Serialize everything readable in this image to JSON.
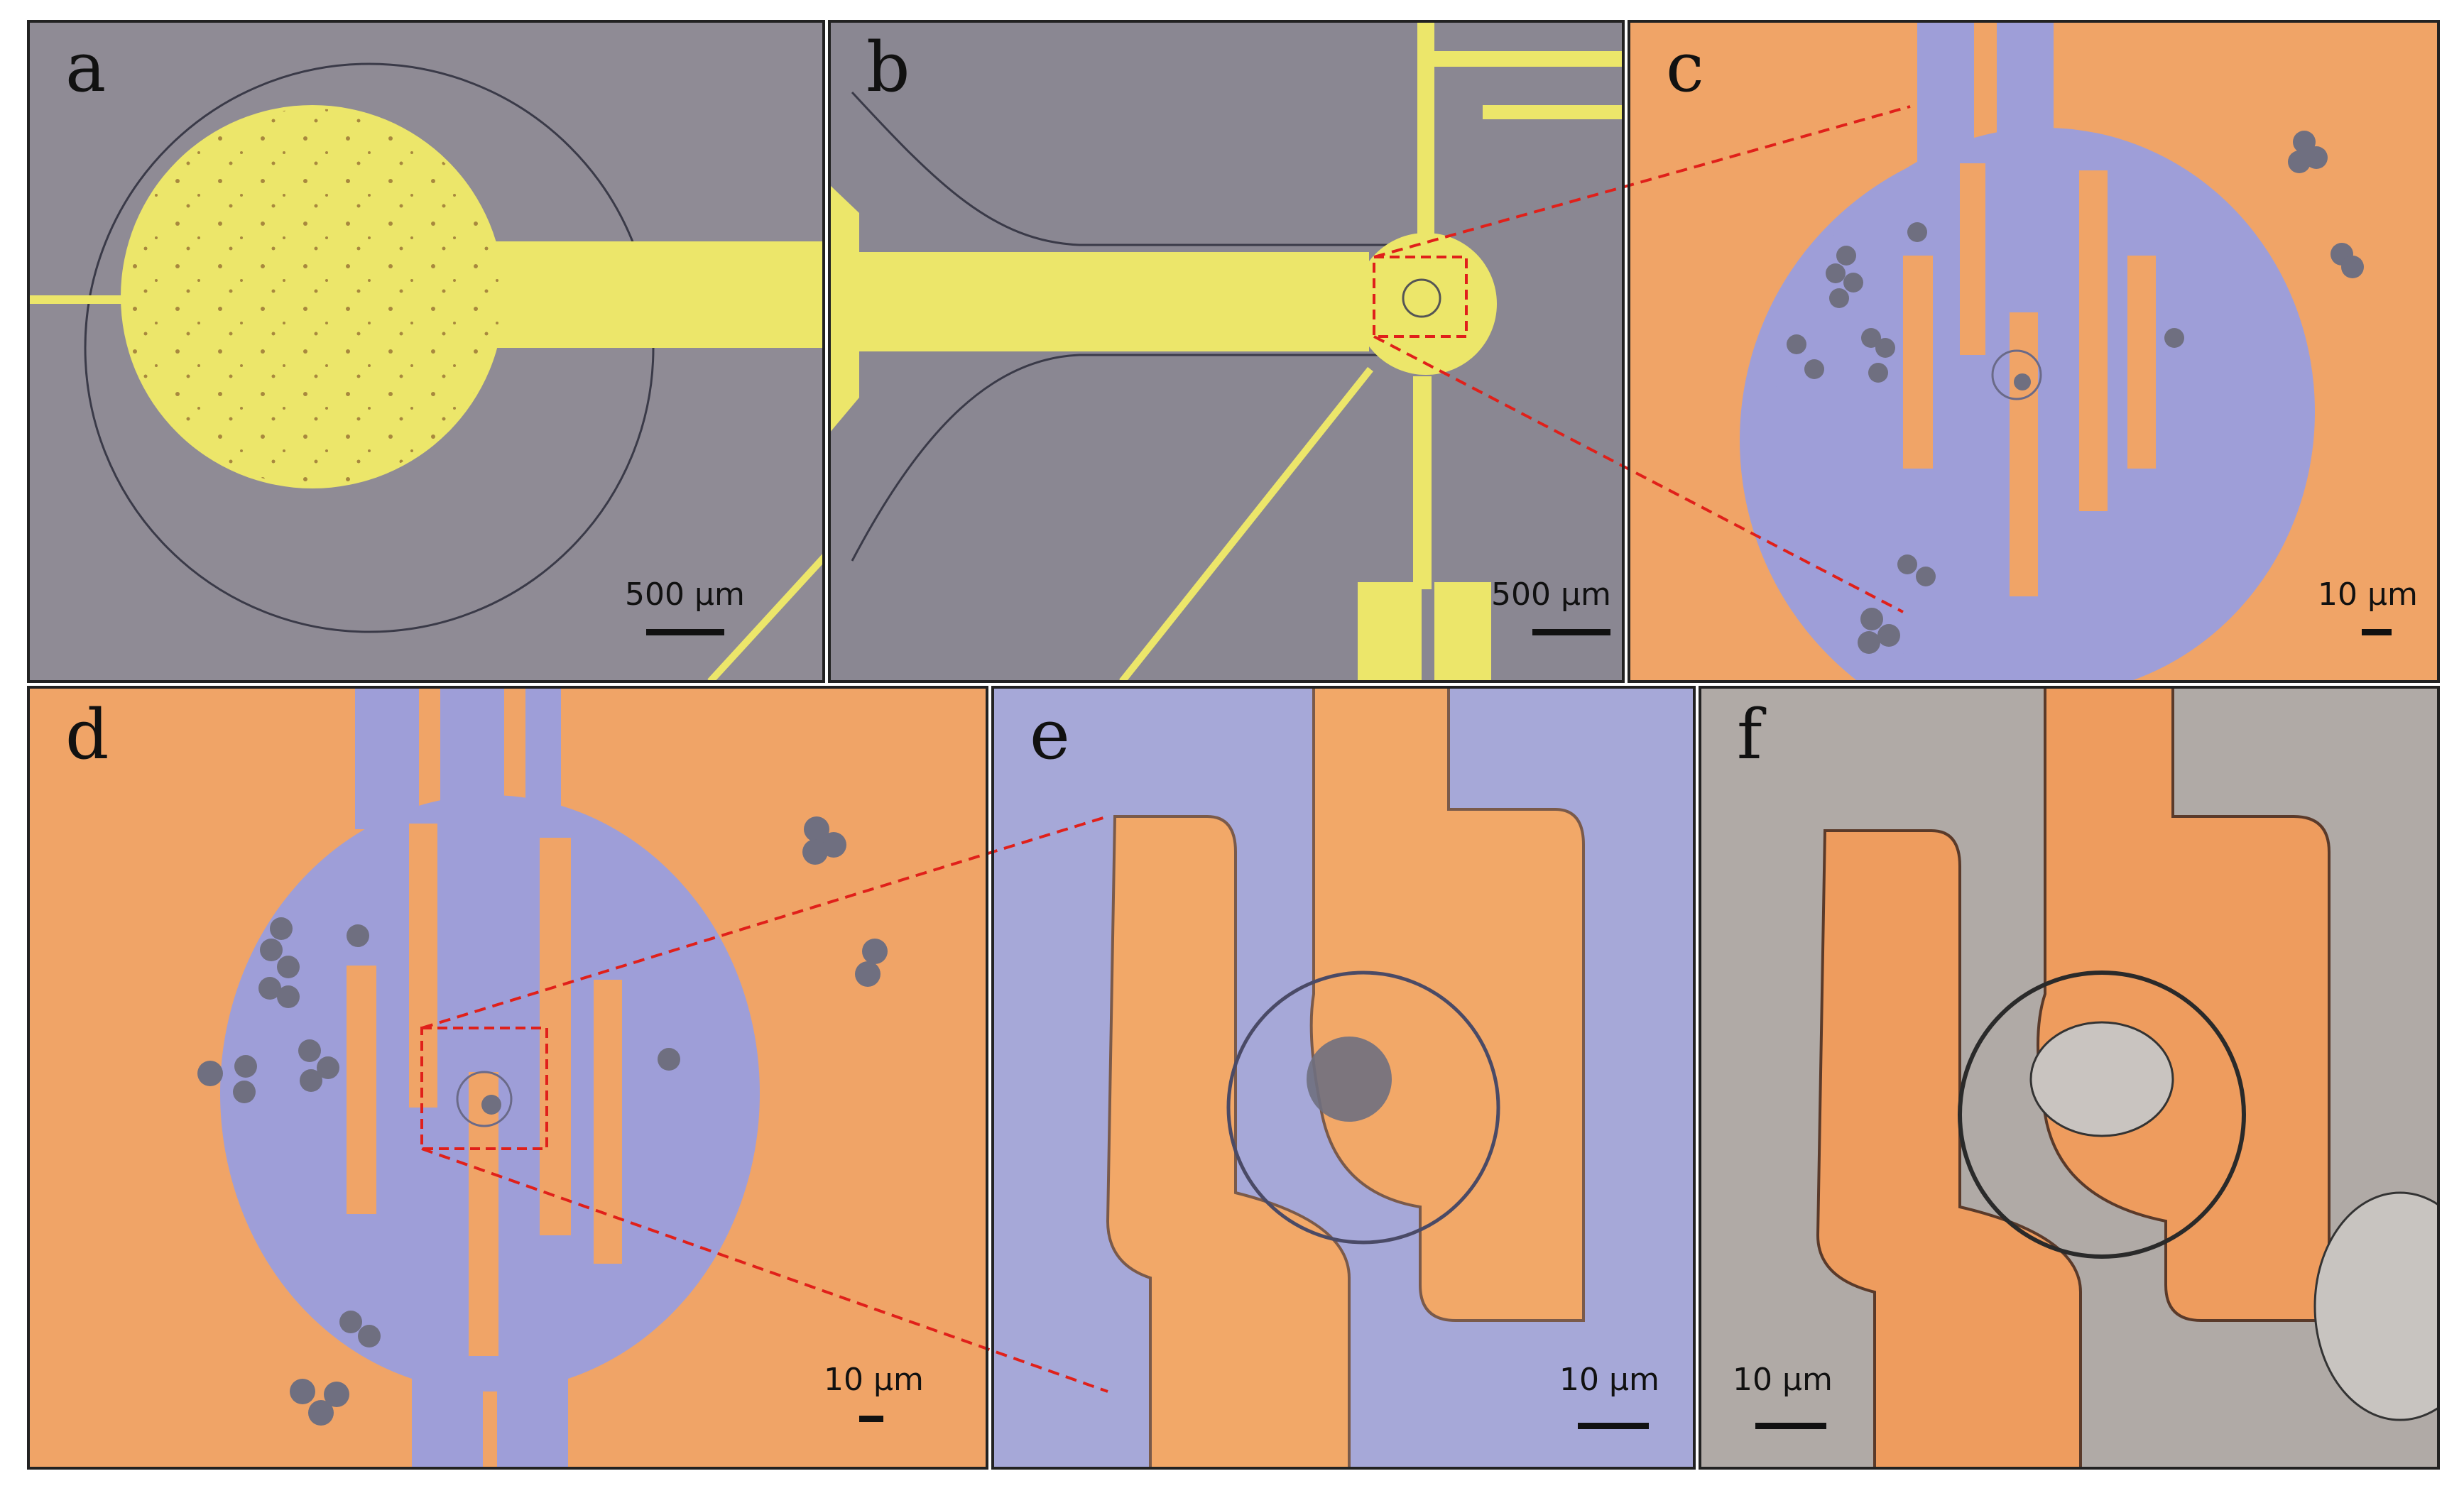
{
  "figure": {
    "panels": [
      {
        "letter": "a",
        "scale": "500 μm",
        "background": "#8f8b95",
        "metal": "#ece66a"
      },
      {
        "letter": "b",
        "scale": "500 μm",
        "background": "#8a8792",
        "metal": "#ece66a"
      },
      {
        "letter": "c",
        "scale": "10 μm",
        "background": "#f0a467",
        "metal": "#9e9ed8"
      },
      {
        "letter": "d",
        "scale": "10 μm",
        "background": "#f0a467",
        "metal": "#9e9ed8"
      },
      {
        "letter": "e",
        "scale": "10 μm",
        "background": "#a6a8d8",
        "metal": "#f2a868"
      },
      {
        "letter": "f",
        "scale": "10 μm",
        "background": "#b0aaa6",
        "metal": "#ee9c5e"
      }
    ],
    "colors": {
      "zoom_line": "#e0201a",
      "bead": "#6f6f80",
      "border": "#222222"
    }
  }
}
